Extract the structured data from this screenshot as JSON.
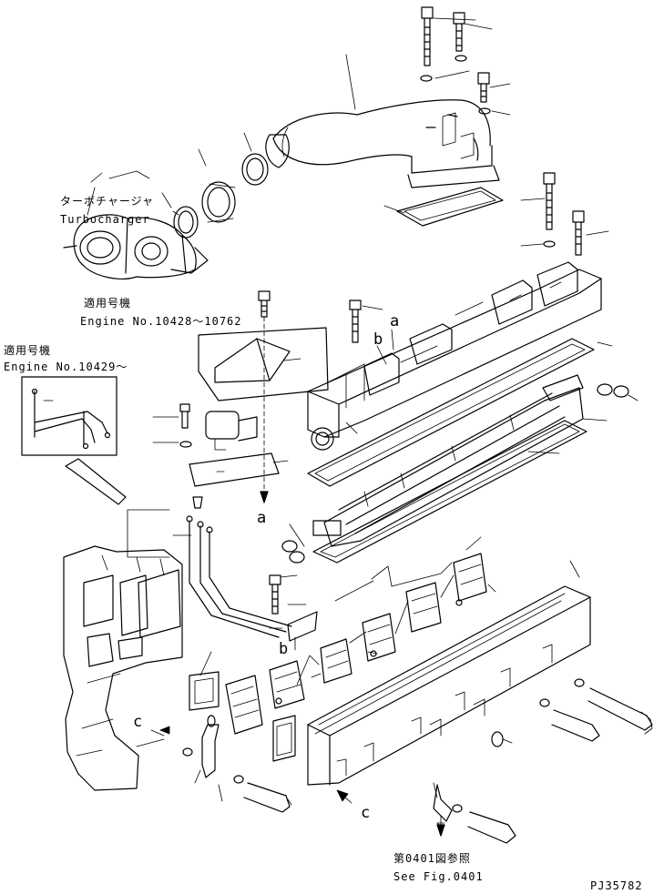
{
  "labels": {
    "turbo_jp": "ターボチャージャ",
    "turbo_en": "Turbocharger",
    "applic1_jp": "適用号機",
    "applic1_en": "Engine No.10428〜10762",
    "applic2_jp": "適用号機",
    "applic2_en": "Engine No.10429〜",
    "a1": "a",
    "a2": "a",
    "b1": "b",
    "b2": "b",
    "c1": "c",
    "c2": "c",
    "ref_jp": "第0401図参照",
    "ref_en": "See Fig.0401",
    "drawing_no": "PJ35782"
  }
}
